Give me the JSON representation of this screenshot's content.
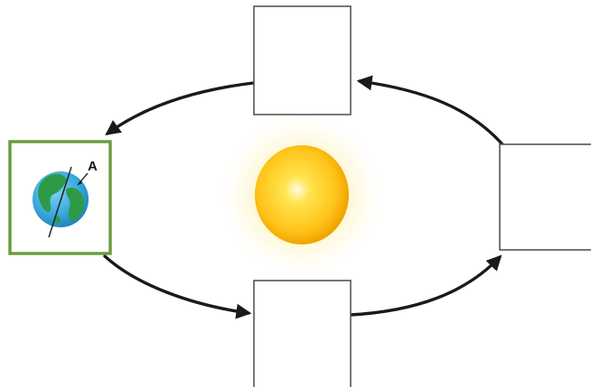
{
  "diagram": {
    "earth_point_label": "A",
    "boxes": [
      {
        "id": "top",
        "text": ""
      },
      {
        "id": "right",
        "text": ""
      },
      {
        "id": "bottom",
        "text": ""
      },
      {
        "id": "left",
        "text": ""
      }
    ],
    "colors": {
      "left_box_border": "#6a9a3a",
      "sun_core": "#ffe44d",
      "sun_edge": "#f0a400",
      "ocean": "#3aa9dd",
      "land": "#2e9a45",
      "arrow": "#1a1a1a"
    },
    "icons": [
      "sun-icon",
      "earth-globe-icon"
    ]
  }
}
